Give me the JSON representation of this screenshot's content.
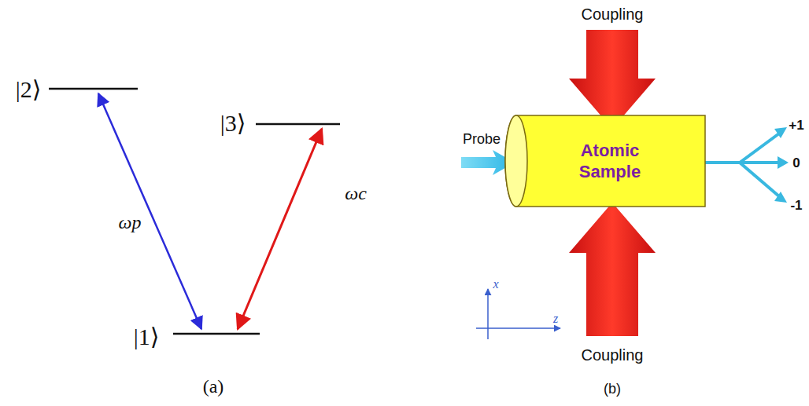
{
  "diagram": {
    "nodes": [
      {
        "text": [
          "Atomic Sample"
        ]
      }
    ],
    "labels": [
      "|2⟩",
      "|3⟩",
      "|1⟩",
      "ωp",
      "ωc",
      "(a)",
      "Coupling",
      "Coupling",
      "Probe",
      "+1",
      "0",
      "-1",
      "x",
      "z",
      "(b)"
    ]
  }
}
